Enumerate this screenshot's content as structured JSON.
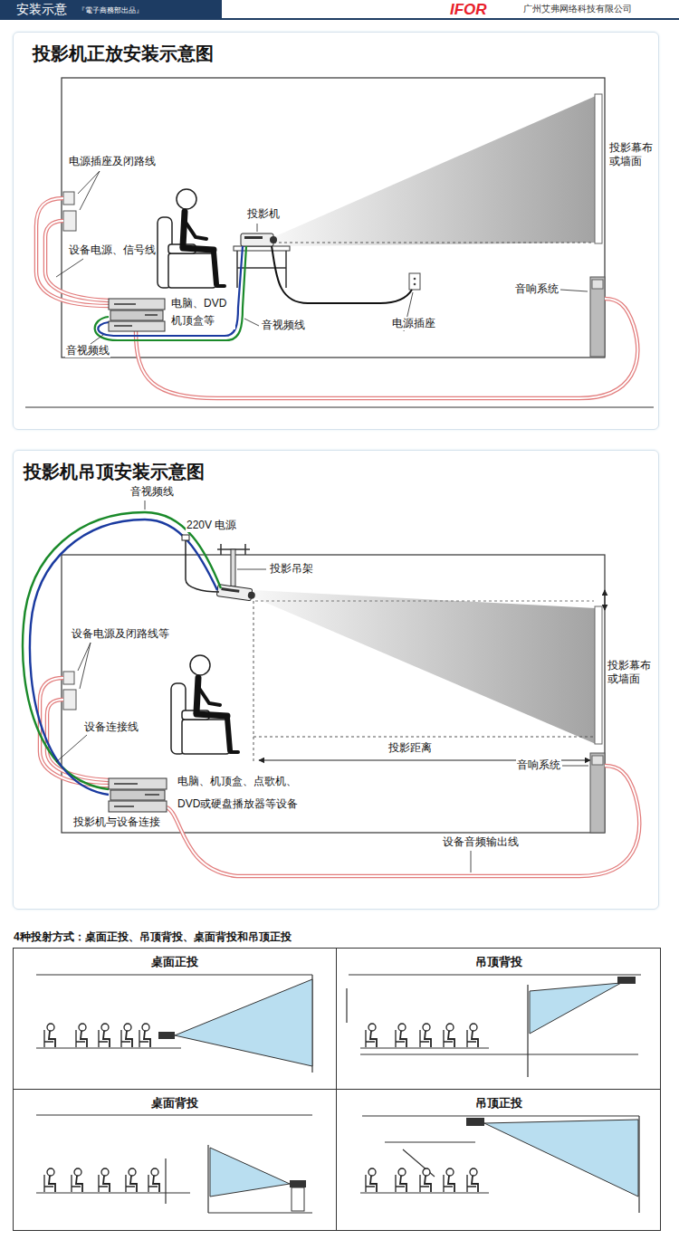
{
  "diagram": {
    "nodes": [
      {
        "text": [
          "安装示意",
          "『電子商務部出品』",
          "IFOR",
          "广州艾弗网络科技有限公司"
        ]
      },
      {
        "text": [
          "投影机正放安装示意图"
        ]
      },
      {
        "text": [
          "投影机吊顶安装示意图"
        ]
      },
      {
        "text": [
          "4种投射方式：桌面正投、吊顶背投、桌面背投和吊顶正投"
        ]
      },
      {
        "text": [
          "桌面正投"
        ],
        "in": 3
      },
      {
        "text": [
          "吊顶背投"
        ],
        "in": 3
      },
      {
        "text": [
          "桌面背投"
        ],
        "in": 3
      },
      {
        "text": [
          "吊顶正投"
        ],
        "in": 3
      }
    ],
    "labels": [
      "电源插座及闭路线",
      "设备电源、信号线",
      "投影机",
      "投影幕布或墙面",
      "电脑、DVD 机顶盒等",
      "音视频线",
      "电源插座",
      "音响系统",
      "音视频线",
      "音视频线",
      "220V 电源",
      "投影吊架",
      "设备电源及闭路线等",
      "设备连接线",
      "投影距离",
      "投影幕布或墙面",
      "音响系统",
      "电脑、机顶盒、点歌机、DVD或硬盘播放器等设备",
      "投影机与设备连接",
      "设备音频输出线"
    ]
  }
}
